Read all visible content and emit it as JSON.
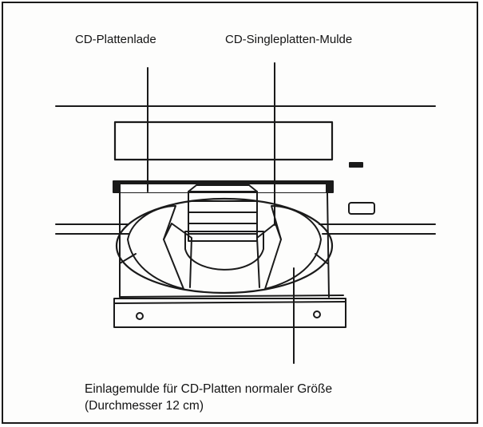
{
  "labels": {
    "tray": "CD-Plattenlade",
    "single_well": "CD-Singleplatten-Mulde",
    "normal_well_line1": "Einlagemulde für CD-Platten normaler Größe",
    "normal_well_line2": "(Durchmesser 12 cm)"
  }
}
